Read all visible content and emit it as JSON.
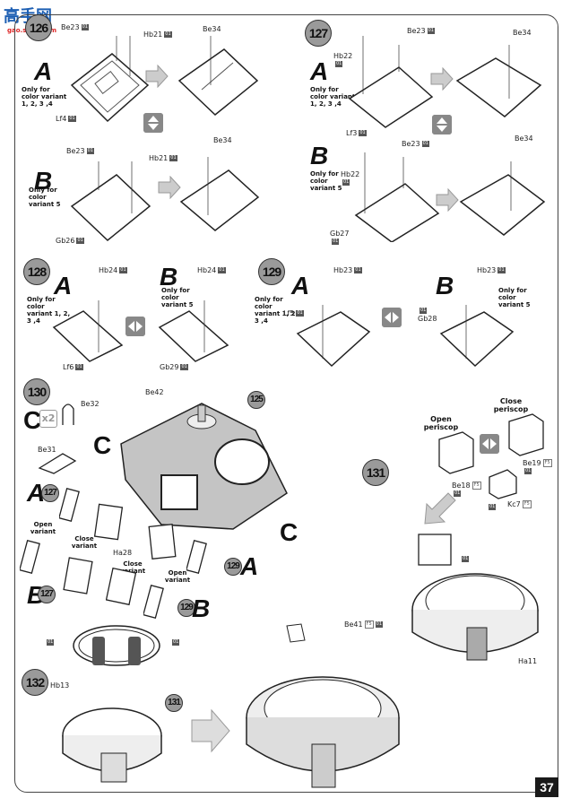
{
  "watermark": {
    "text": "高手网",
    "url": "gao.shou.com"
  },
  "page_number": "37",
  "steps": {
    "s126": {
      "number": "126",
      "a": {
        "variant": "A",
        "note": "Only for color variant 1, 2, 3 ,4",
        "parts": [
          "Be23",
          "Hb21",
          "Lf4",
          "Be34"
        ]
      },
      "b": {
        "variant": "B",
        "note": "Only for color variant 5",
        "parts": [
          "Be23",
          "Hb21",
          "Gb26",
          "Be34"
        ]
      }
    },
    "s127": {
      "number": "127",
      "a": {
        "variant": "A",
        "note": "Only for color variant 1, 2, 3 ,4",
        "parts": [
          "Hb22",
          "Be23",
          "Lf3",
          "Be34"
        ]
      },
      "b": {
        "variant": "B",
        "note": "Only for color variant 5",
        "parts": [
          "Hb22",
          "Be23",
          "Gb27",
          "Be34"
        ]
      }
    },
    "s128": {
      "number": "128",
      "a": {
        "variant": "A",
        "note": "Only for color variant 1, 2, 3 ,4",
        "parts": [
          "Hb24",
          "Lf6"
        ]
      },
      "b": {
        "variant": "B",
        "note": "Only for color variant 5",
        "parts": [
          "Hb24",
          "Gb29"
        ]
      }
    },
    "s129": {
      "number": "129",
      "a": {
        "variant": "A",
        "note": "Only for color variant 1, 2, 3 ,4",
        "parts": [
          "Hb23",
          "Lf5"
        ]
      },
      "b": {
        "variant": "B",
        "note": "Only for color variant 5",
        "parts": [
          "Hb23",
          "Gb28"
        ]
      }
    },
    "s130": {
      "number": "130",
      "c_label": "C",
      "c_qty": "x2",
      "parts": [
        "Be32",
        "Be31",
        "Be42",
        "Ha28"
      ],
      "ref_125": "125",
      "ref_127": "127",
      "ref_129": "129",
      "open_variant": "Open variant",
      "close_variant": "Close variant",
      "a": "A",
      "b": "B",
      "c": "C"
    },
    "s131": {
      "number": "131",
      "open_periscop": "Open periscop",
      "close_periscop": "Close periscop",
      "parts": [
        "Be18",
        "Be19",
        "Kc7",
        "Ha11"
      ]
    },
    "s132": {
      "number": "132",
      "parts": [
        "Hb13",
        "Be41"
      ],
      "ref_131": "131"
    }
  },
  "badges": {
    "sprue": "01",
    "clear": "F5"
  }
}
